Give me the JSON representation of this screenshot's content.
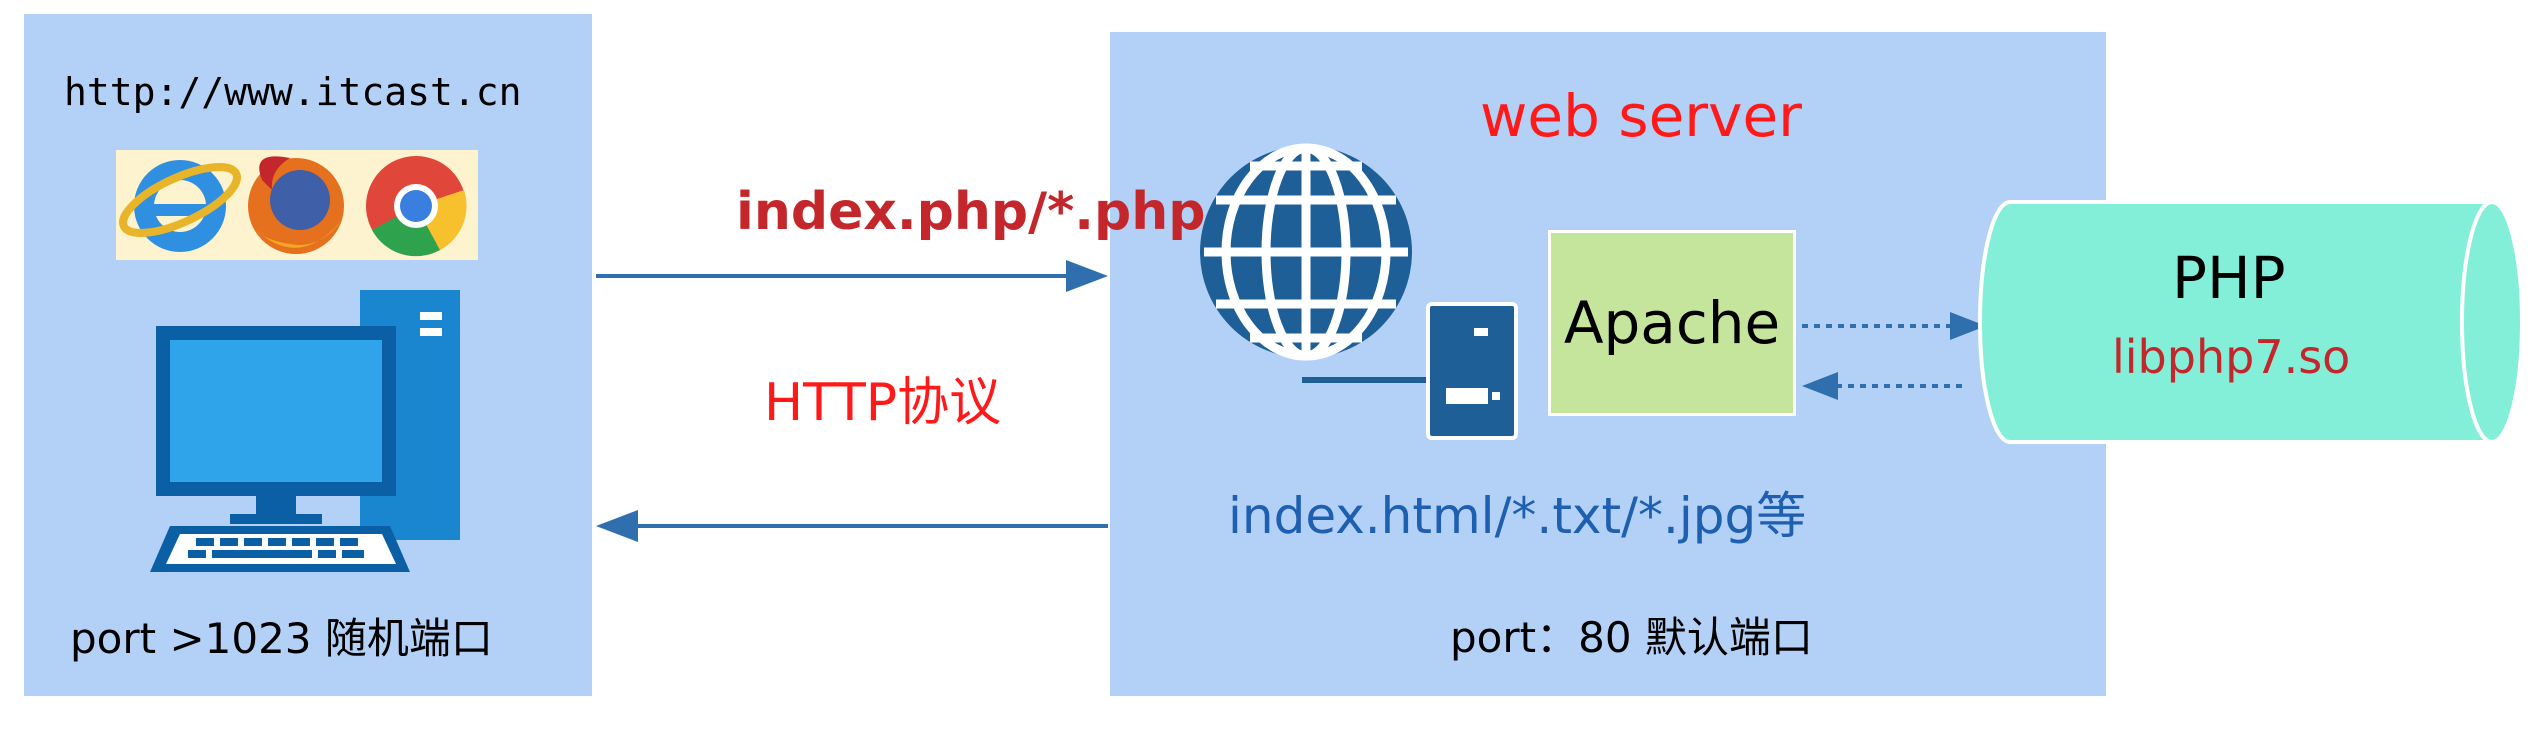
{
  "client": {
    "url": "http://www.itcast.cn",
    "port_label": "port >1023 随机端口"
  },
  "connection": {
    "request_label": "index.php/*.php",
    "protocol_label": "HTTP协议"
  },
  "server": {
    "title": "web server",
    "apache_label": "Apache",
    "static_files_label": "index.html/*.txt/*.jpg等",
    "port_label": "port：80 默认端口"
  },
  "php": {
    "name": "PHP",
    "module": "libphp7.so"
  },
  "icons": {
    "browsers": [
      "ie-icon",
      "firefox-icon",
      "chrome-icon"
    ],
    "client": "desktop-computer-icon",
    "server": [
      "globe-icon",
      "server-tower-icon"
    ]
  }
}
